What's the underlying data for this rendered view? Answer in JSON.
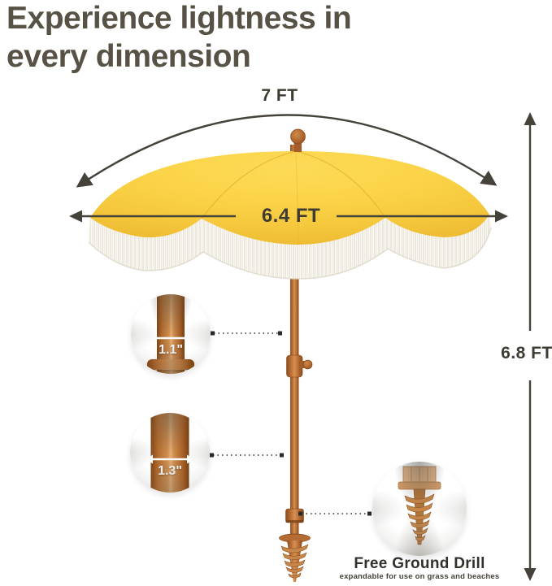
{
  "title": {
    "line1": "Experience lightness in",
    "line2": "every dimension"
  },
  "measurements": {
    "arc_width": "7 FT",
    "canopy_width": "6.4 FT",
    "height": "6.8 FT",
    "upper_pole_diameter": "1.1\"",
    "lower_pole_diameter": "1.3\""
  },
  "callouts": {
    "ground_drill": {
      "title": "Free Ground Drill",
      "subtitle": "expandable for use on grass and beaches"
    }
  },
  "icons": {
    "arc_arrow": "curved-double-headed-arrow",
    "canopy_arrow": "horizontal-double-headed-arrow",
    "height_arrow": "vertical-double-headed-arrow",
    "pole_width_arrow": "white-double-headed-arrow",
    "connector": "dotted-leader-line",
    "magnifier": "glass-zoom-circle",
    "drill": "ground-drill-screw"
  },
  "colors": {
    "canopy_yellow": "#FBD348",
    "fringe_white": "#F8F6F0",
    "pole_wood": "#B56C33",
    "arrow_dark": "#45423A",
    "label_text": "#3E3B32",
    "title_text": "#575245"
  }
}
